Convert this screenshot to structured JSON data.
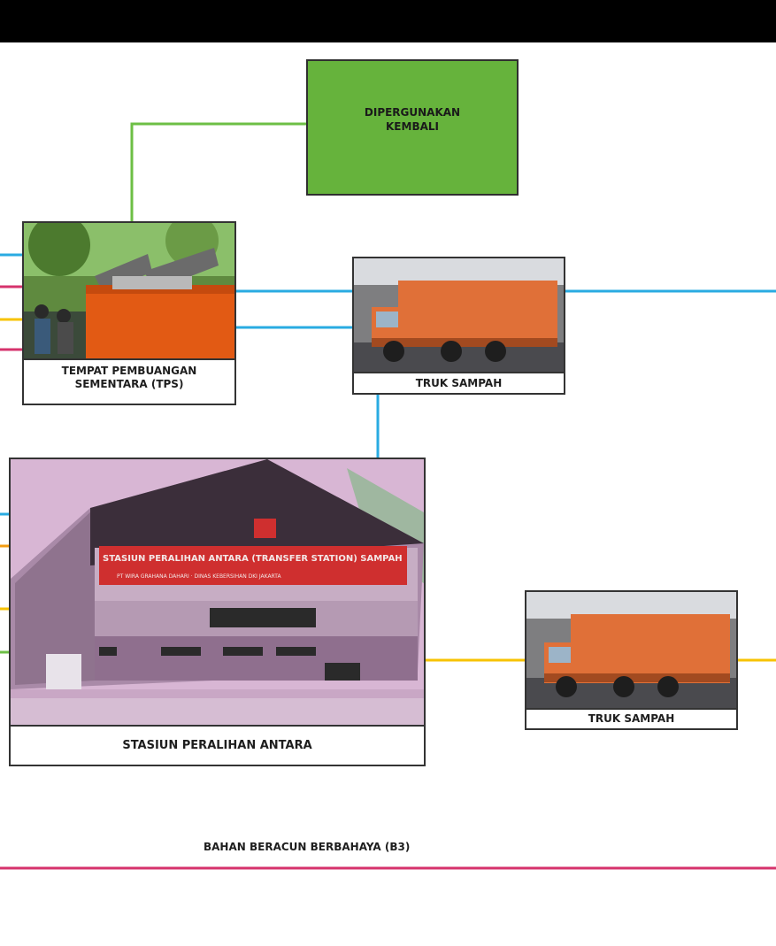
{
  "diagram": {
    "reuse_box": {
      "label": "DIPERGUNAKAN\nKEMBALI",
      "color": "#66b33c"
    },
    "nodes": {
      "tps": {
        "caption": "TEMPAT PEMBUANGAN\nSEMENTARA (TPS)"
      },
      "truck_1": {
        "caption": "TRUK SAMPAH"
      },
      "truck_2": {
        "caption": "TRUK SAMPAH"
      },
      "transfer_station": {
        "caption": "STASIUN PERALIHAN ANTARA",
        "sign_text": "STASIUN PERALIHAN ANTARA (TRANSFER STATION) SAMPAH",
        "sign_subtext": "PT WIRA GRAHANA DAHARI · DINAS KEBERSIHAN DKI JAKARTA"
      }
    },
    "b3_label": "BAHAN BERACUN BERBAHAYA (B3)",
    "line_colors": {
      "blue": "#29abe2",
      "magenta": "#d6336c",
      "yellow": "#f7c300",
      "green": "#6dbf45",
      "orange": "#f39c12"
    }
  }
}
